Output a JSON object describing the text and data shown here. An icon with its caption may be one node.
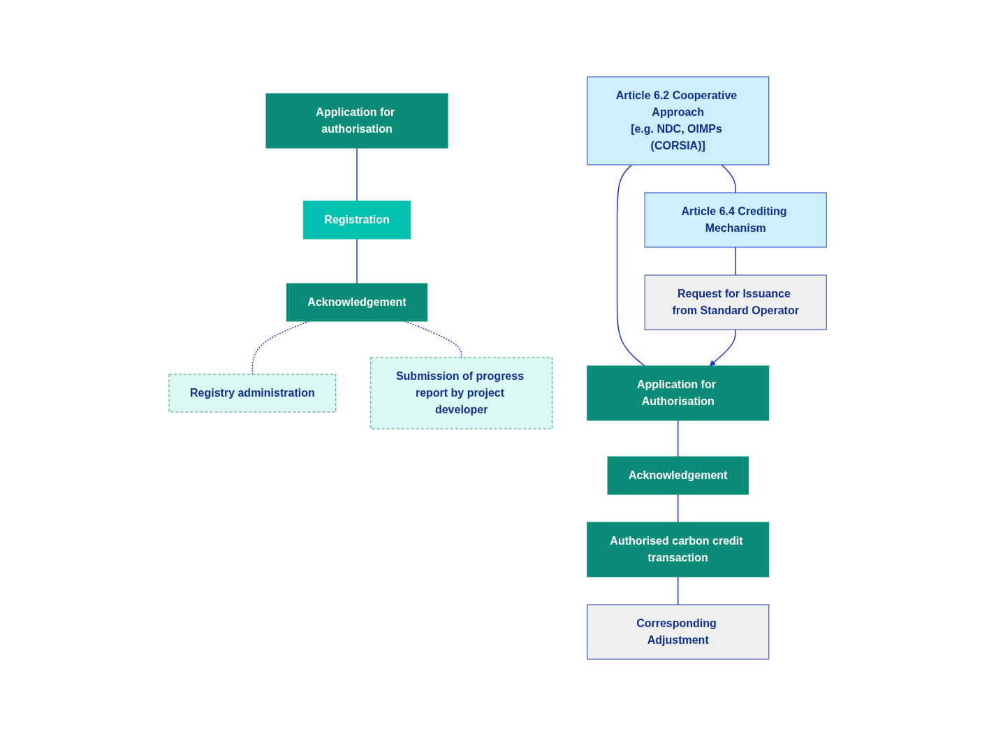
{
  "diagram": {
    "nodes": [
      {
        "text": [
          "Application for authorisation"
        ]
      },
      {
        "text": [
          "Registration"
        ]
      },
      {
        "text": [
          "Acknowledgement"
        ]
      },
      {
        "text": [
          "Registry administration"
        ]
      },
      {
        "text": [
          "Submission of progress report by project developer"
        ]
      },
      {
        "text": [
          "Article 6.2 Cooperative Approach",
          "[e.g. NDC, OIMPs (CORSIA)]"
        ]
      },
      {
        "text": [
          "Article 6.4 Crediting Mechanism"
        ]
      },
      {
        "text": [
          "Application for Authorisation"
        ]
      },
      {
        "text": [
          "Request for Issuance from Standard Operator"
        ]
      },
      {
        "text": [
          "Acknowledgement"
        ]
      },
      {
        "text": [
          "Authorised carbon credit transaction"
        ]
      },
      {
        "text": [
          "Corresponding Adjustment"
        ]
      }
    ],
    "edges": [
      {
        "from": 0,
        "to": 1,
        "arrow": "none"
      },
      {
        "from": 1,
        "to": 2,
        "arrow": "none"
      },
      {
        "from": 2,
        "to": 3,
        "arrow": "none",
        "style": "dashed"
      },
      {
        "from": 2,
        "to": 4,
        "arrow": "none",
        "style": "dashed"
      },
      {
        "from": 5,
        "to": 6,
        "arrow": "none"
      },
      {
        "from": 5,
        "to": 7,
        "arrow": "none"
      },
      {
        "from": 6,
        "to": 8,
        "arrow": "none"
      },
      {
        "from": 8,
        "to": 7,
        "arrow": "to"
      },
      {
        "from": 7,
        "to": 9,
        "arrow": "none"
      },
      {
        "from": 9,
        "to": 10,
        "arrow": "none"
      },
      {
        "from": 10,
        "to": 11,
        "arrow": "none"
      }
    ]
  }
}
